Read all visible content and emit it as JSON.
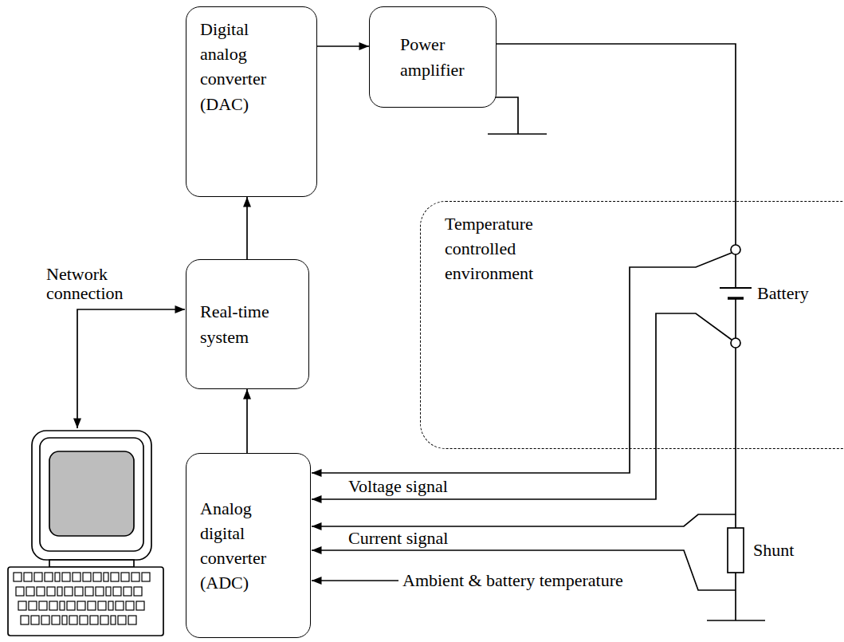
{
  "diagram": {
    "nodes": [
      {
        "text": [
          "Digital analog converter (DAC)"
        ]
      },
      {
        "text": [
          "Power amplifier"
        ]
      },
      {
        "text": [
          "Temperature controlled environment"
        ]
      },
      {
        "text": [
          "Real-time system"
        ]
      },
      {
        "text": [
          "Analog digital converter (ADC)"
        ]
      }
    ],
    "edges": [
      {
        "from": 0,
        "to": 1,
        "arrow": "to"
      },
      {
        "from": 3,
        "to": 0,
        "arrow": "to"
      },
      {
        "from": 4,
        "to": 3,
        "arrow": "to"
      }
    ],
    "labels": [
      "Network connection",
      "Battery",
      "Voltage signal",
      "Current signal",
      "Ambient & battery temperature",
      "Shunt"
    ]
  }
}
